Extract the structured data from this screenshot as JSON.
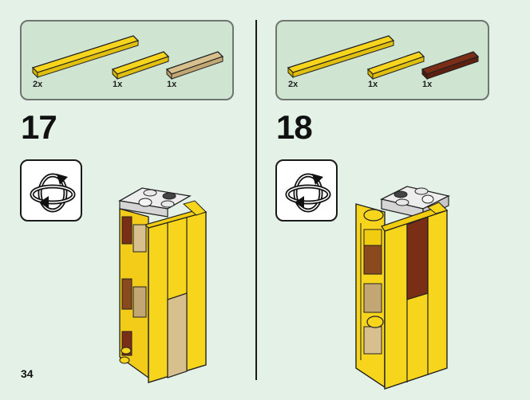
{
  "page": {
    "number": "34"
  },
  "steps": [
    {
      "number": "17",
      "parts": [
        {
          "qty": "2x",
          "name": "yellow-long-plate",
          "color": "#f7d51d"
        },
        {
          "qty": "1x",
          "name": "yellow-short-plate",
          "color": "#f7d51d"
        },
        {
          "qty": "1x",
          "name": "tan-short-plate",
          "color": "#d8bf8e"
        }
      ]
    },
    {
      "number": "18",
      "parts": [
        {
          "qty": "2x",
          "name": "yellow-long-plate",
          "color": "#f7d51d"
        },
        {
          "qty": "1x",
          "name": "yellow-short-plate",
          "color": "#f7d51d"
        },
        {
          "qty": "1x",
          "name": "brown-short-plate",
          "color": "#7b2e16"
        }
      ]
    }
  ],
  "colors": {
    "background": "#e4f1e6",
    "parts_box": "#cfe5d2",
    "yellow": "#f7d51d",
    "tan": "#d8bf8e",
    "reddish_brown": "#7b2e16"
  },
  "icons": [
    "rotate-model-icon"
  ]
}
